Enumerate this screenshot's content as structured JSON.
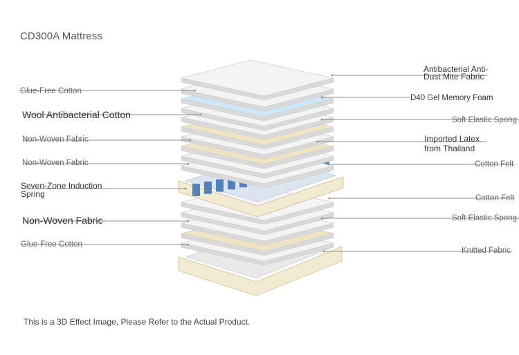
{
  "title": "CD300A Mattress",
  "footer_note": "This is a 3D Effect Image, Please Refer to the Actual Product.",
  "colors": {
    "leader_line": "#666666",
    "white_layer": "#f4f4f4",
    "gel_layer": "#cfe6f7",
    "cream_layer": "#efe3c4",
    "spring_blue": "#3a6fb0",
    "frame_cream": "#f3ead2"
  },
  "left_labels": [
    "Glue-Free Cotton",
    "Wool Antibacterial Cotton",
    "Non-Woven Fabric",
    "Non-Woven Fabric",
    "Seven-Zone Induction Spring",
    "Non-Woven Fabric",
    "Glue-Free Cotton"
  ],
  "right_labels": [
    "Antibacterial Anti-Dust Mite Fabric",
    "D40 Gel Memory Foam",
    "Soft Elastic Spong",
    "Imported Latex from Thailand",
    "Cotton Felt",
    "Cotton Felt",
    "Soft Elastic Spong",
    "Knitted Fabric"
  ]
}
